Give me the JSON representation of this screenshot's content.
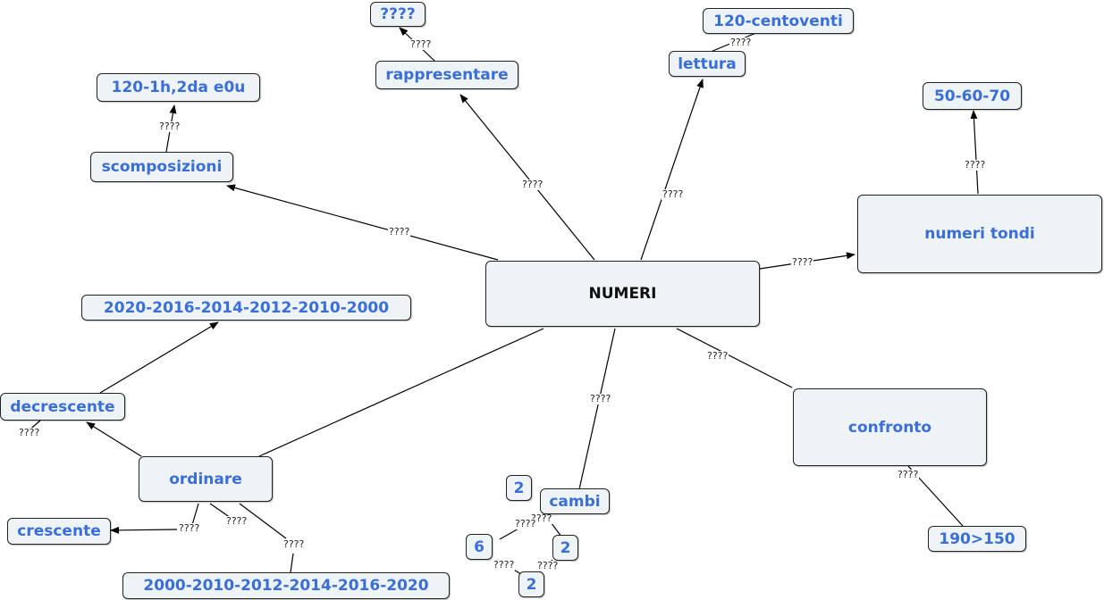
{
  "nodes": {
    "root": "NUMERI",
    "q_top": "????",
    "rappresentare": "rappresentare",
    "centoventi": "120-centoventi",
    "lettura": "lettura",
    "h_da_u": "120-1h,2da e0u",
    "scomposizioni": "scomposizioni",
    "tondi_values": "50-60-70",
    "numeri_tondi": "numeri tondi",
    "desc_seq": "2020-2016-2014-2012-2010-2000",
    "decrescente": "decrescente",
    "ordinare": "ordinare",
    "crescente": "crescente",
    "asc_seq": "2000-2010-2012-2014-2016-2020",
    "confronto": "confronto",
    "cmp_value": "190>150",
    "cambi": "cambi",
    "c2a": "2",
    "c6": "6",
    "c2b": "2",
    "c2c": "2"
  },
  "link_label": "????"
}
